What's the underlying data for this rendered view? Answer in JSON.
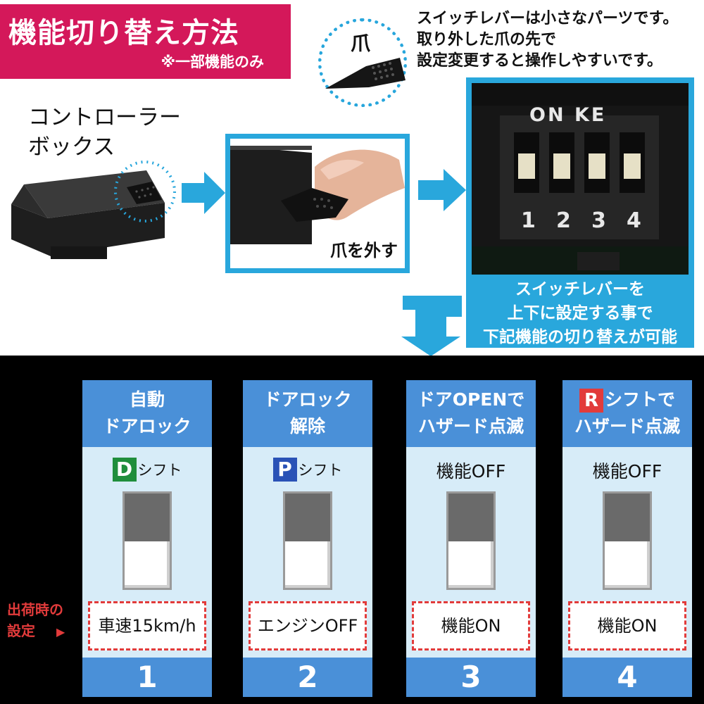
{
  "title": {
    "main": "機能切り替え方法",
    "note": "※一部機能のみ"
  },
  "claw_label": "爪",
  "top_note": [
    "スイッチレバーは小さなパーツです。",
    "取り外した爪の先で",
    "設定変更すると操作しやすいです。"
  ],
  "controller_label": [
    "コントローラー",
    "ボックス"
  ],
  "photo1_caption": "爪を外す",
  "dip_labels": {
    "top": "ON  KE",
    "numbers": [
      "1",
      "2",
      "3",
      "4"
    ]
  },
  "photo2_caption": [
    "スイッチレバーを",
    "上下に設定する事で",
    "下記機能の切り替えが可能"
  ],
  "ship_label": [
    "出荷時の",
    "設定"
  ],
  "ship_arrow": "▶",
  "columns": [
    {
      "head": [
        "自動",
        "ドアロック"
      ],
      "sub_badge": "D",
      "sub_text": "シフト",
      "setting": "車速15km/h",
      "number": "1"
    },
    {
      "head": [
        "ドアロック",
        "解除"
      ],
      "sub_badge": "P",
      "sub_text": "シフト",
      "setting": "エンジンOFF",
      "number": "2"
    },
    {
      "head": [
        "ドアOPENで",
        "ハザード点滅"
      ],
      "sub_text": "機能OFF",
      "setting": "機能ON",
      "number": "3"
    },
    {
      "head_badge": "R",
      "head": [
        "シフトで",
        "ハザード点滅"
      ],
      "sub_text": "機能OFF",
      "setting": "機能ON",
      "number": "4"
    }
  ],
  "colors": {
    "title_bg": "#d4185a",
    "accent_blue": "#29a7dc",
    "column_head": "#4a90d8",
    "column_body": "#d7ecf8",
    "ship_red": "#e23b3b"
  }
}
